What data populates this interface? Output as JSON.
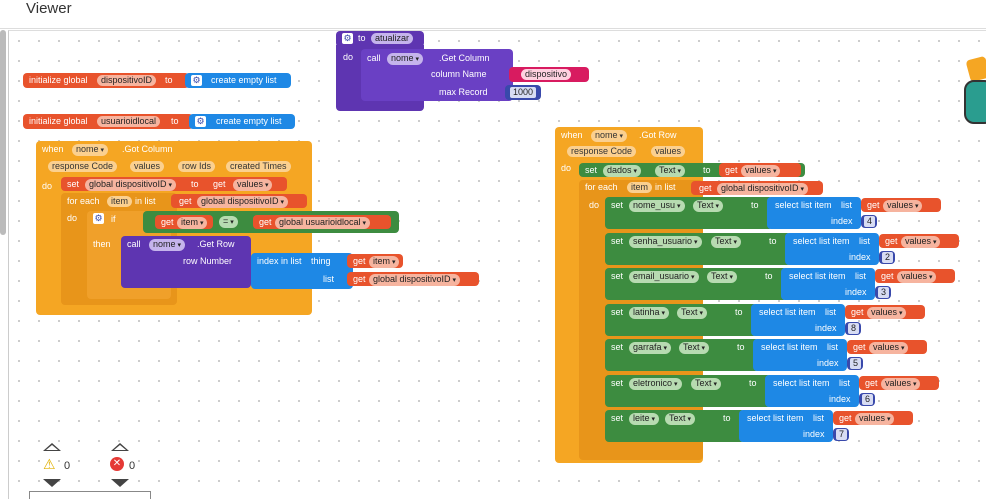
{
  "viewer": {
    "title": "Viewer"
  },
  "blocks": {
    "init_global_label": "initialize global",
    "to": "to",
    "do": "do",
    "when": "when",
    "create_empty_list": "create empty list",
    "var_dispositivoID": "dispositivoID",
    "var_usuarioidlocal": "usuarioidlocal",
    "proc_atualizar": "atualizar",
    "call": "call",
    "component_nome": "nome",
    "get_column": ".Get Column",
    "column_name": "column Name",
    "str_dispositivo": "dispositivo",
    "max_record": "max Record",
    "n1000": "1000",
    "got_column": ".Got Column",
    "got_row": ".Got Row",
    "response_code": "response Code",
    "values": "values",
    "row_ids": "row Ids",
    "created_times": "created Times",
    "set": "set",
    "get": "get",
    "global_dispositivoID": "global dispositivoID",
    "global_usuarioidlocal": "global usuarioidlocal",
    "for_each": "for each",
    "item": "item",
    "in_list": "in list",
    "if": "if",
    "eq": "=",
    "then": "then",
    "get_row": ".Get Row",
    "row_number": "row Number",
    "index_in_list": "index in list",
    "thing": "thing",
    "list": "list",
    "dados": "dados",
    "text": "Text",
    "select_list_item": "select list item",
    "index": "index",
    "rows": [
      {
        "comp": "nome_usu",
        "idx": "4"
      },
      {
        "comp": "senha_usuario",
        "idx": "2"
      },
      {
        "comp": "email_usuario",
        "idx": "3"
      },
      {
        "comp": "latinha",
        "idx": "8"
      },
      {
        "comp": "garrafa",
        "idx": "5"
      },
      {
        "comp": "eletronico",
        "idx": "6"
      },
      {
        "comp": "leite",
        "idx": "7"
      }
    ]
  },
  "status": {
    "warnings": "0",
    "errors": "0"
  },
  "icons": {
    "warning": "warning-icon",
    "error": "error-icon",
    "gear": "gear-icon"
  }
}
